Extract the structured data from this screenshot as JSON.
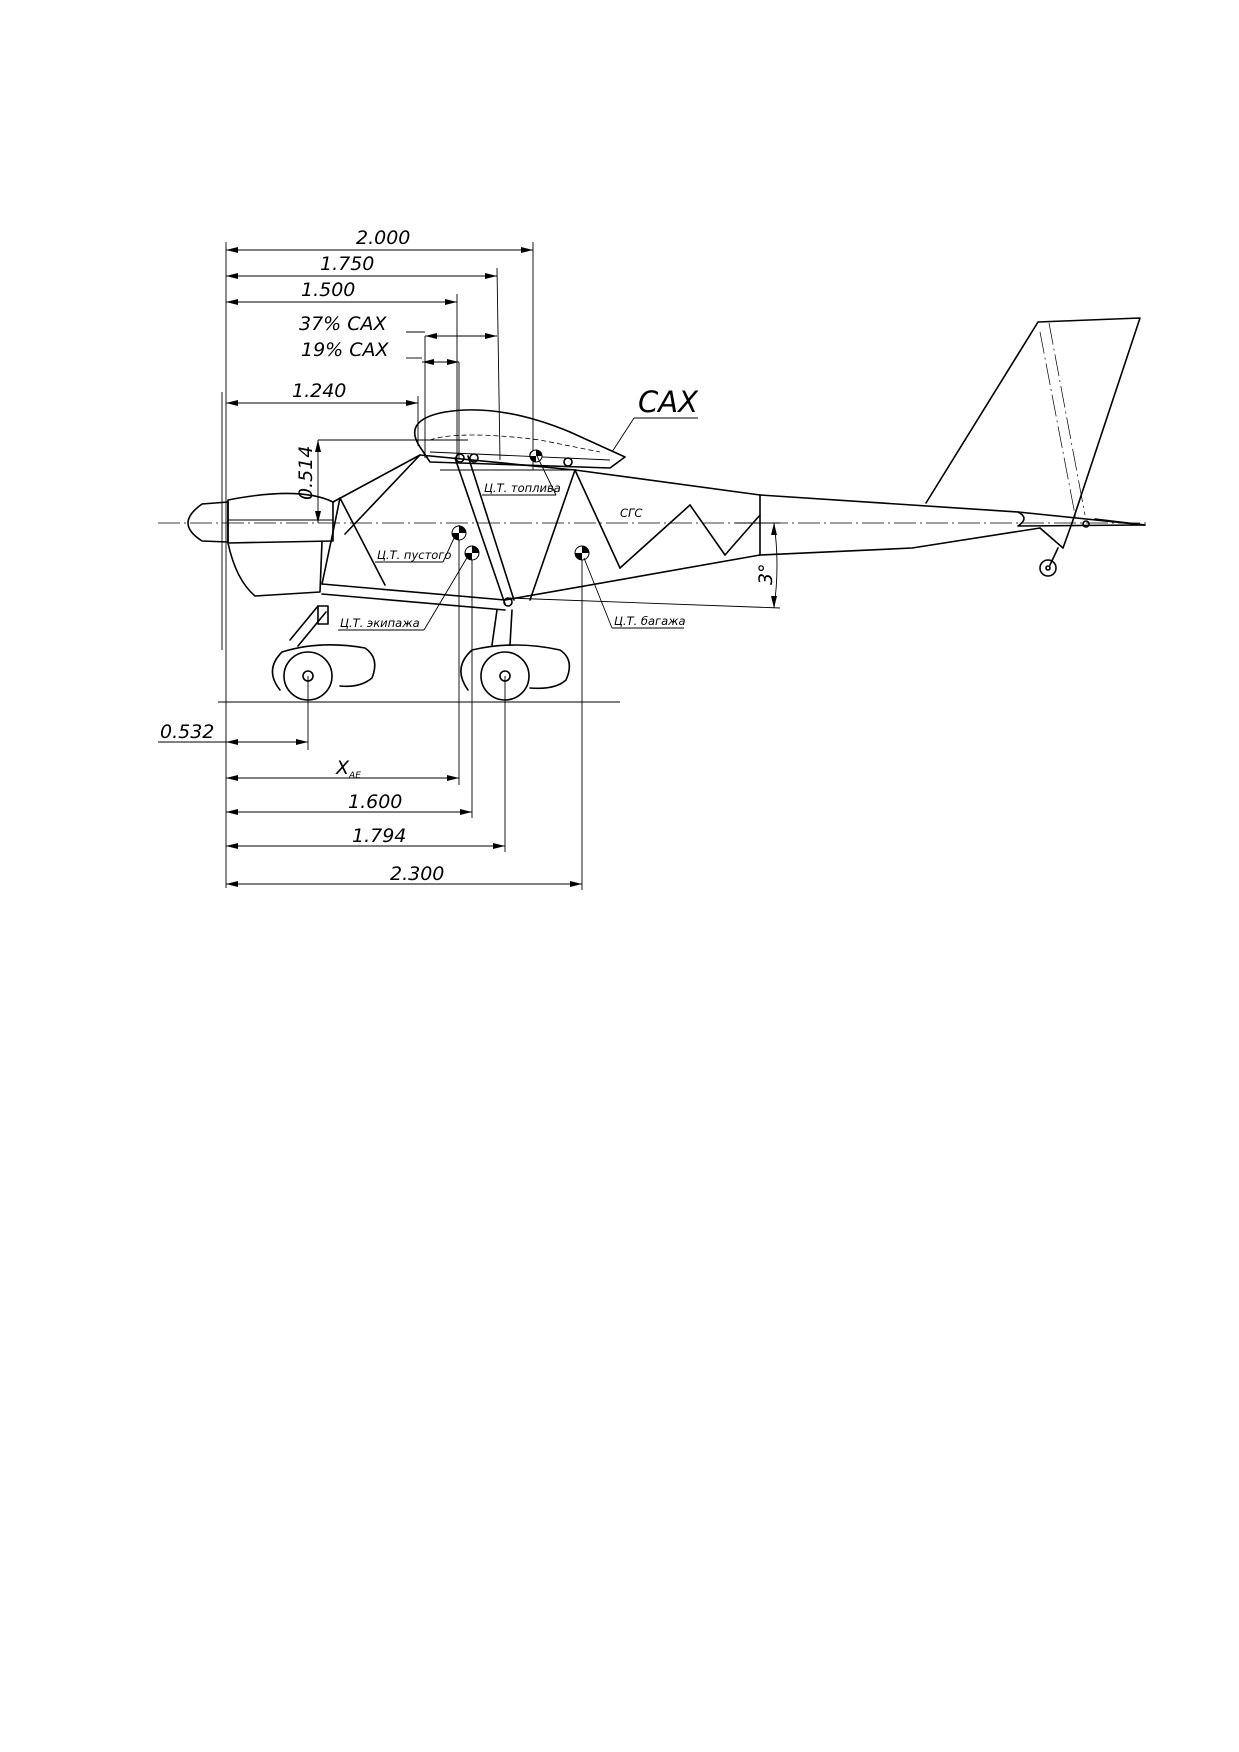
{
  "dimensions": {
    "d_2000": "2.000",
    "d_1750": "1.750",
    "d_1500": "1.500",
    "mac_37": "37% САХ",
    "mac_19": "19% САХ",
    "d_1240": "1.240",
    "d_0514": "0.514",
    "d_0532": "0.532",
    "x_ae_main": "X",
    "x_ae_sub": "АЕ",
    "d_1600": "1.600",
    "d_1794": "1.794",
    "d_2300": "2.300",
    "angle_3": "3°"
  },
  "labels": {
    "mac": "САХ",
    "cg_fuel": "Ц.Т. топлива",
    "cg_empty": "Ц.Т. пустого",
    "cg_crew": "Ц.Т. экипажа",
    "cg_baggage": "Ц.Т. багажа",
    "datum": "СГС"
  }
}
